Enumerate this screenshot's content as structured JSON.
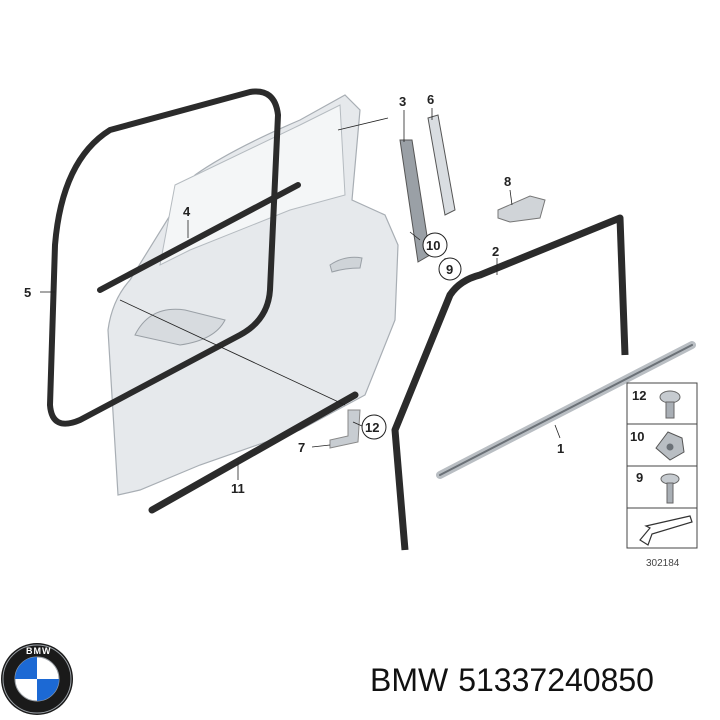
{
  "callouts": [
    "1",
    "2",
    "3",
    "4",
    "5",
    "6",
    "7",
    "8",
    "9",
    "10",
    "11",
    "12"
  ],
  "legend": {
    "rows": [
      {
        "number": "12",
        "icon": "bolt-icon"
      },
      {
        "number": "10",
        "icon": "clip-nut-icon"
      },
      {
        "number": "9",
        "icon": "screw-icon"
      }
    ],
    "arrow_icon": "direction-arrow-icon"
  },
  "drawing_number": "302184",
  "logo": {
    "name": "bmw-logo",
    "letters": "BMW"
  },
  "caption": {
    "brand": "BMW",
    "part_number": "51337240850"
  },
  "colors": {
    "seal": "#2b2b2b",
    "door": "#e4e7ea",
    "outline": "#9aa0a6",
    "blue": "#1c69d4"
  }
}
